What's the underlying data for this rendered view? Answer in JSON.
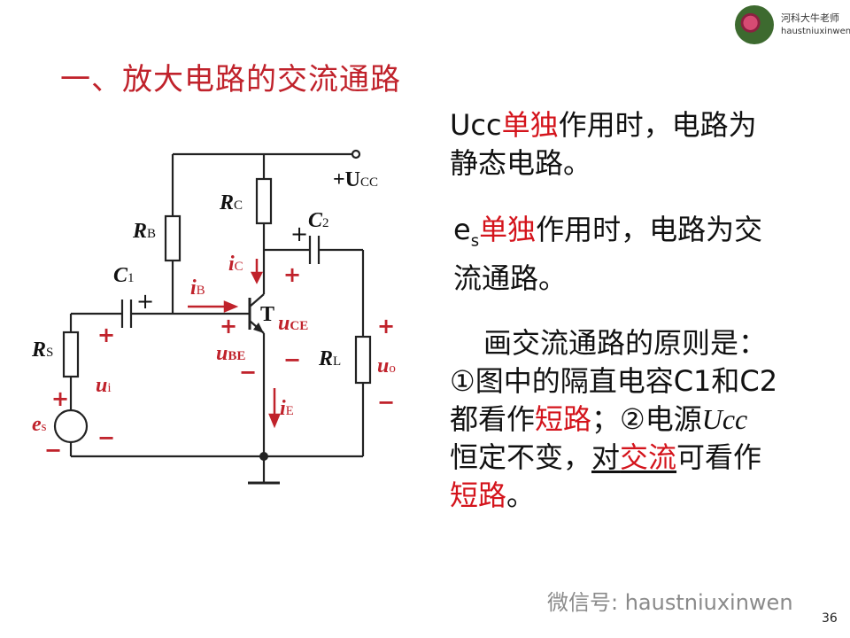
{
  "brand": {
    "name": "河科大牛老师",
    "handle": "haustniuxinwen"
  },
  "title": "一、放大电路的交流通路",
  "right_text": {
    "p1_prefix": "Ucc",
    "p1_red": "单独",
    "p1_rest_line1": "作用时，电路为",
    "p1_line2": "静态电路。",
    "p2_e": "e",
    "p2_sub": "s",
    "p2_red": "单独",
    "p2_rest_line1": "作用时，电路为交",
    "p2_line2": "流通路。",
    "p3_line1": "画交流通路的原则是：",
    "p3_line2": "①图中的隔直电容C1和C2",
    "p3_line3_a": "都看作",
    "p3_line3_red": "短路",
    "p3_line3_b": "；②电源",
    "p3_line3_ucc": "Ucc",
    "p3_line4_a": "恒定不变，",
    "p3_line4_ul_a": "对",
    "p3_line4_ul_red": "交流",
    "p3_line4_b": "可看作",
    "p3_line5_red": "短路",
    "p3_line5_b": "。"
  },
  "circuit": {
    "vcc": "+U",
    "vcc_sub": "CC",
    "rc": "R",
    "rc_sub": "C",
    "rb": "R",
    "rb_sub": "B",
    "c2": "C",
    "c2_sub": "2",
    "c1": "C",
    "c1_sub": "1",
    "rs": "R",
    "rs_sub": "S",
    "rl": "R",
    "rl_sub": "L",
    "ic": "i",
    "ic_sub": "C",
    "ib": "i",
    "ib_sub": "B",
    "ie": "i",
    "ie_sub": "E",
    "t": "T",
    "uce": "u",
    "uce_sub": "CE",
    "ube": "u",
    "ube_sub": "BE",
    "ui": "u",
    "ui_sub": "i",
    "uo": "u",
    "uo_sub": "o",
    "es": "e",
    "es_sub": "s",
    "plus": "+",
    "minus": "−"
  },
  "footer": "微信号: haustniuxinwen",
  "page_number": "36",
  "colors": {
    "title": "#c0222b",
    "accent": "#d4141c",
    "wire": "#222222"
  }
}
